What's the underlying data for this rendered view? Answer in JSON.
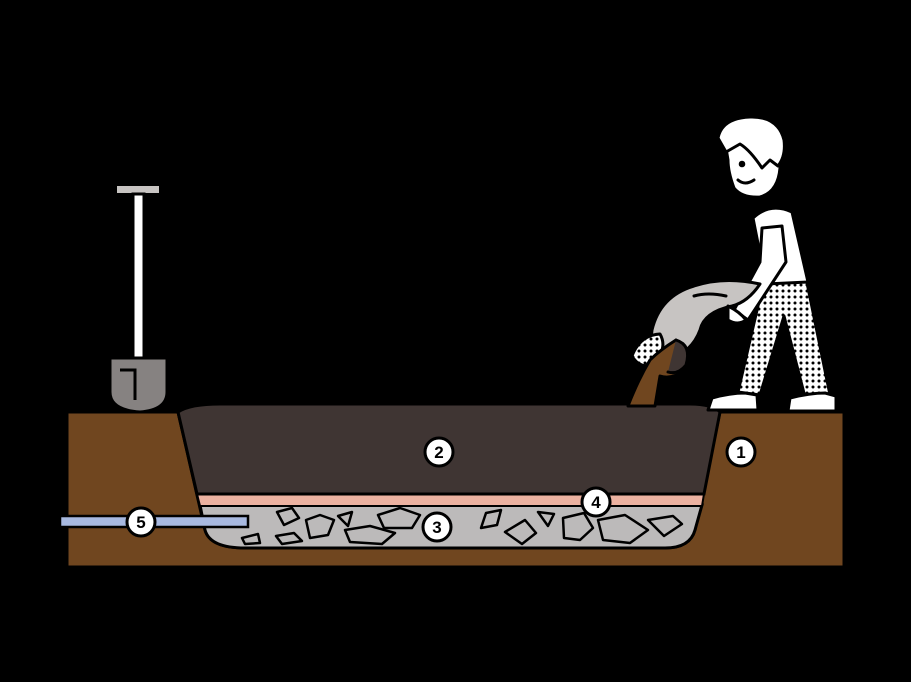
{
  "colors": {
    "background": "#000000",
    "native_soil": "#70461f",
    "topsoil_fill": "#3f3533",
    "sand_layer": "#ecb2a1",
    "gravel_bed": "#bcbaba",
    "pipe": "#a8b9e0",
    "callout_fill": "#ffffff",
    "outline": "#000000"
  },
  "callouts": [
    {
      "id": "1",
      "label": "1"
    },
    {
      "id": "2",
      "label": "2"
    },
    {
      "id": "3",
      "label": "3"
    },
    {
      "id": "4",
      "label": "4"
    },
    {
      "id": "5",
      "label": "5"
    }
  ],
  "icons": [
    "shovel-icon",
    "person-pouring-bag-icon"
  ]
}
